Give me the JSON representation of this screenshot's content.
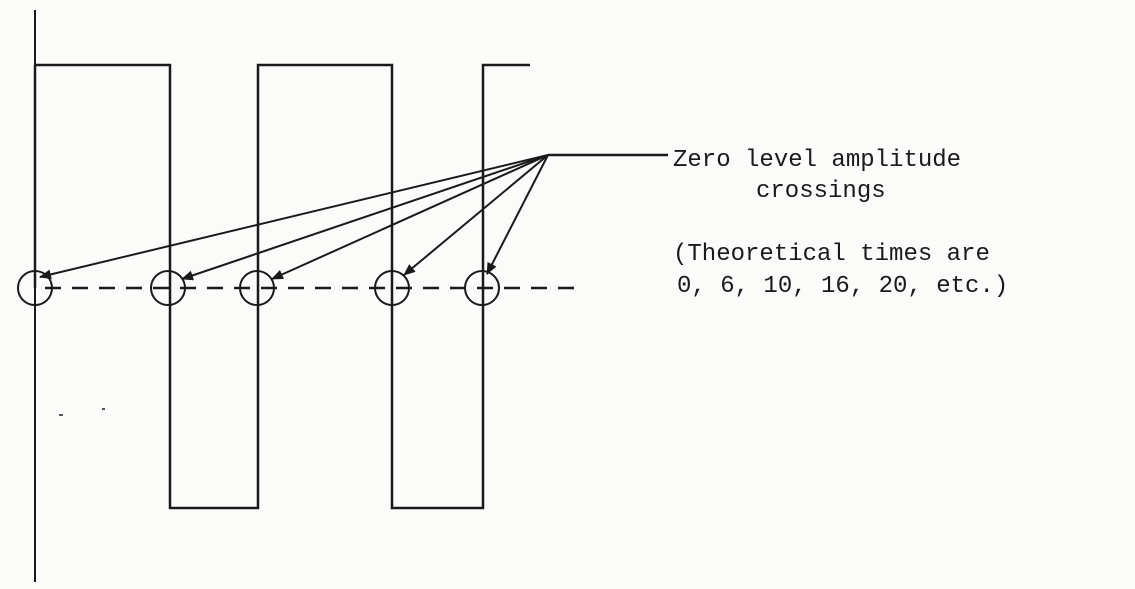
{
  "labels": {
    "zero_crossings_line1": "Zero level amplitude",
    "zero_crossings_line2": "crossings",
    "theoretical_line1": "(Theoretical times are",
    "theoretical_line2": "0, 6, 10, 16, 20, etc.)"
  },
  "crossing_times": [
    0,
    6,
    10,
    16,
    20
  ],
  "colors": {
    "ink": "#1a1a1a",
    "paper": "#fbfbf9"
  }
}
